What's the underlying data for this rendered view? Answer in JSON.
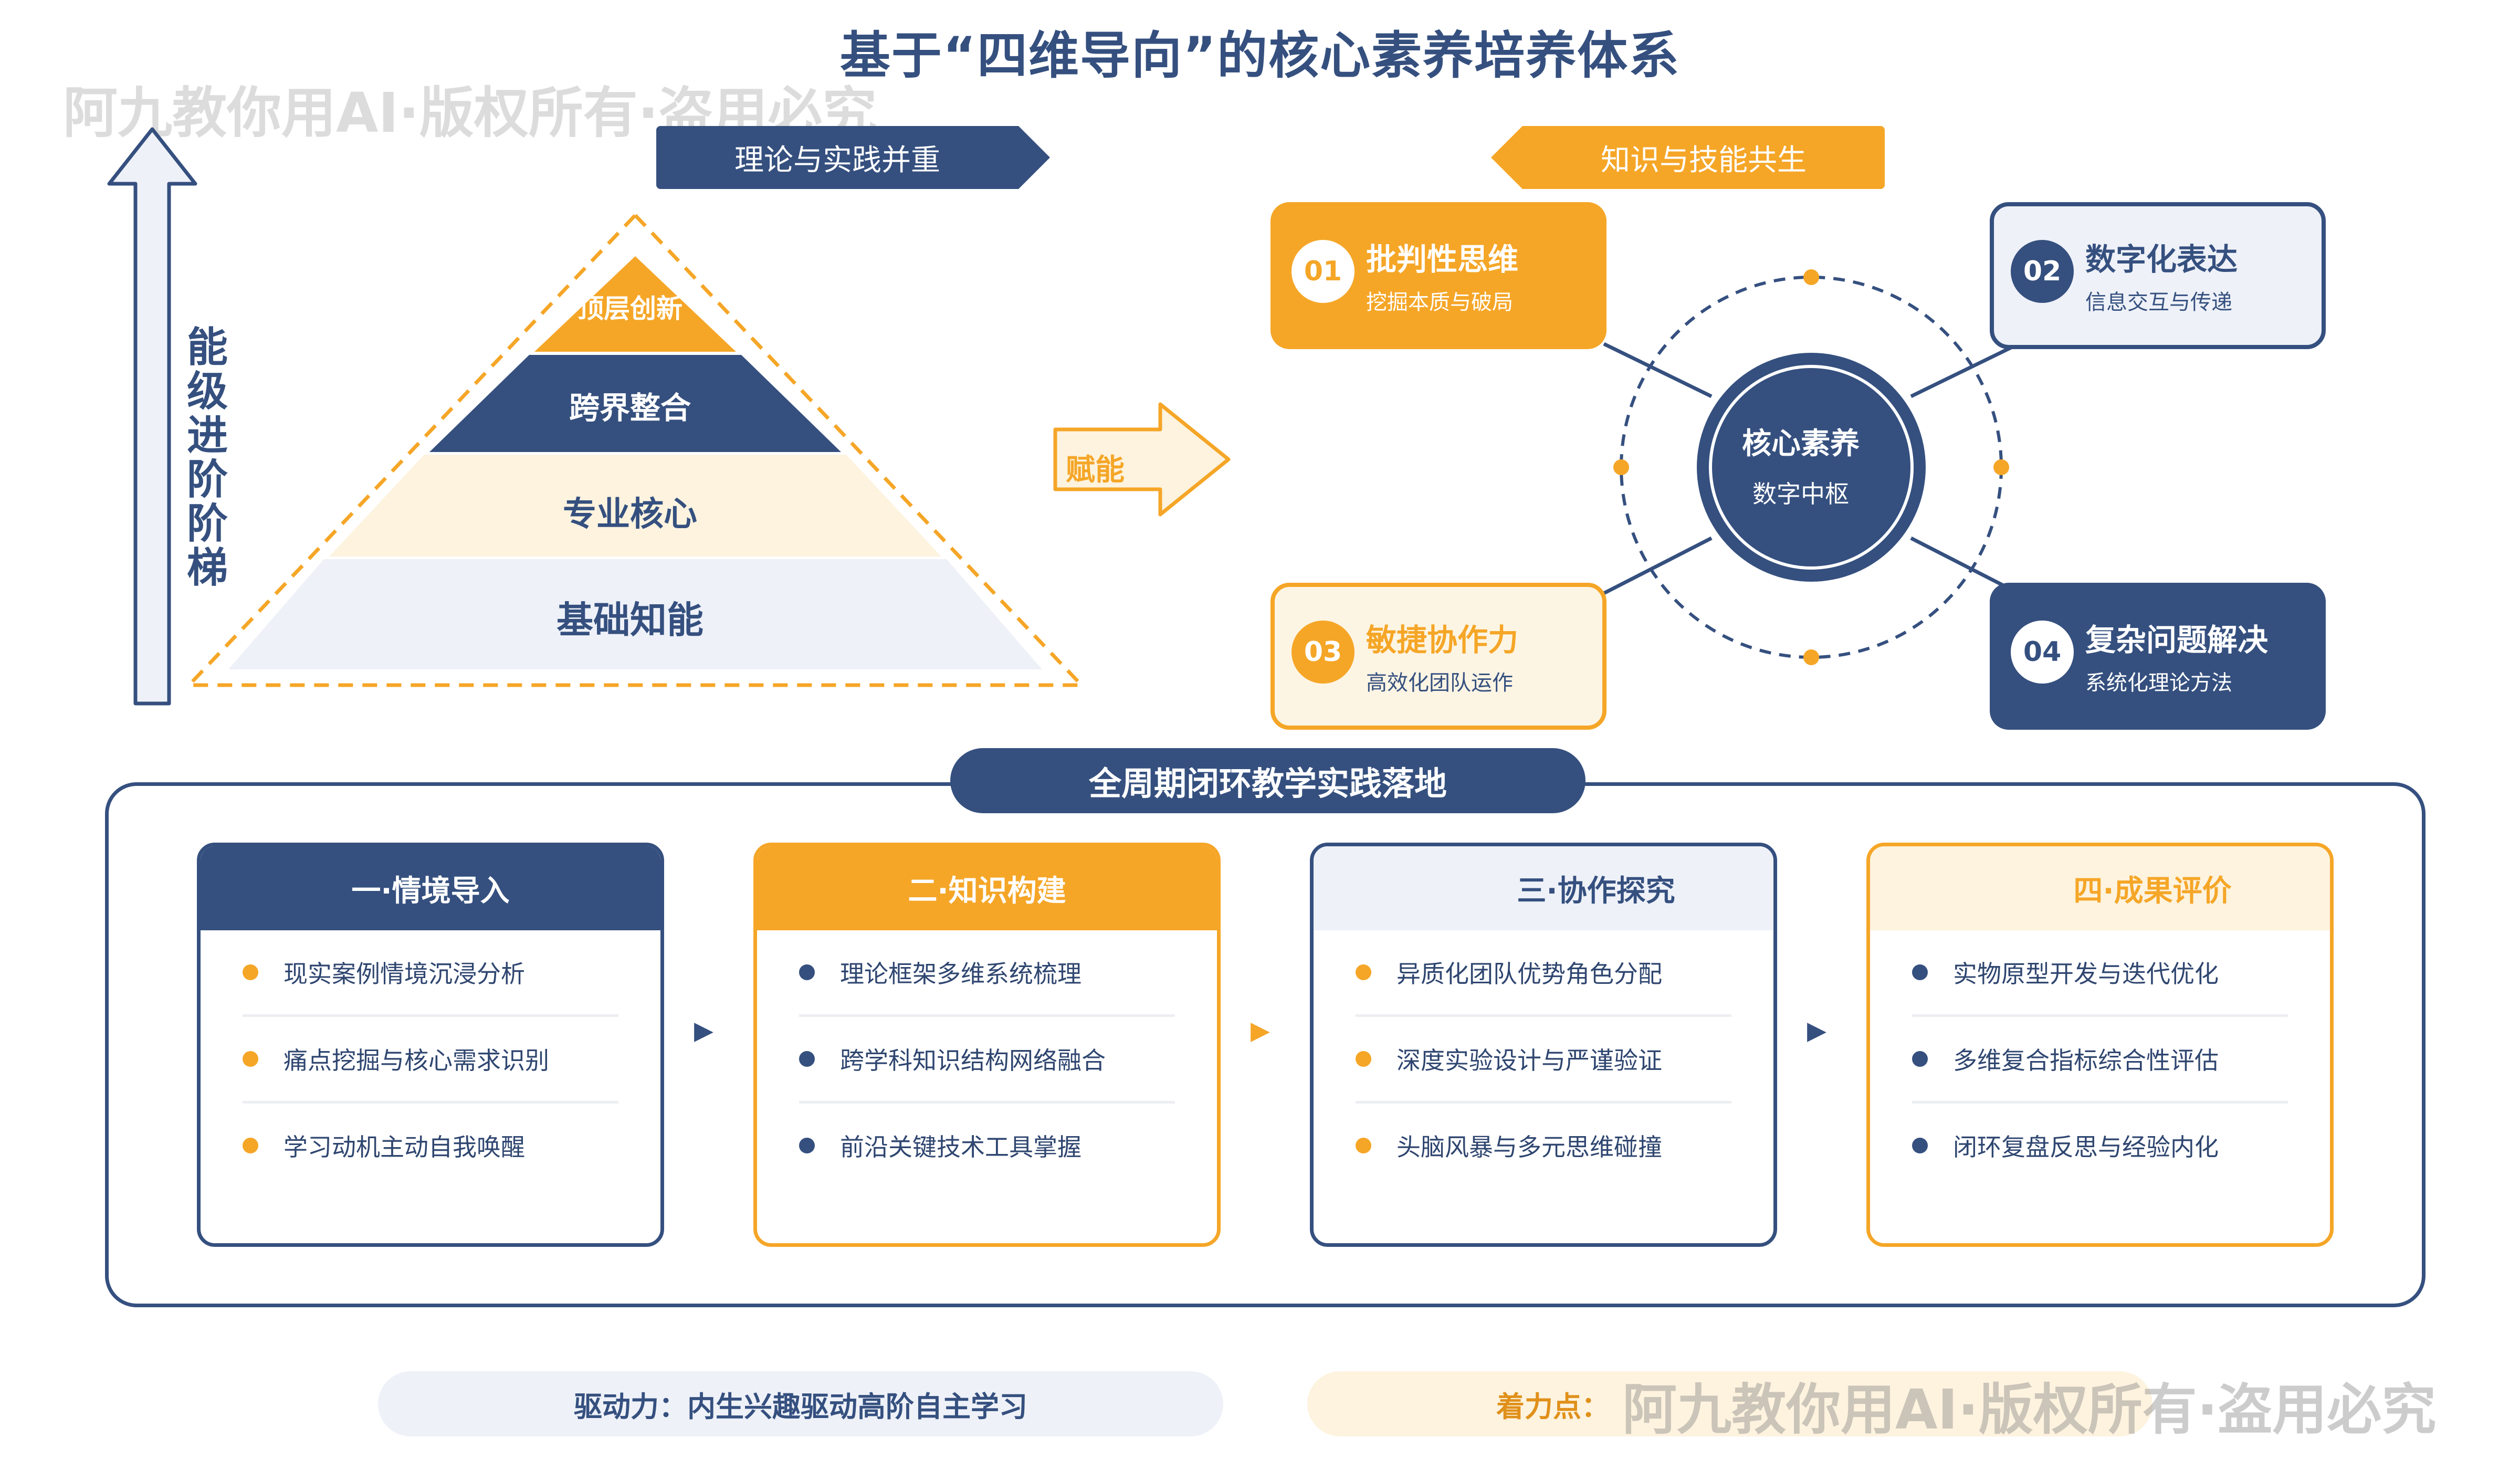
{
  "title": "基于“四维导向”的核心素养培养体系",
  "watermark": "阿九教你用AI·版权所有·盗用必究",
  "ribbons": {
    "left": "理论与实践并重",
    "right": "知识与技能共生"
  },
  "ladder_label": "能级进阶阶梯",
  "pyramid": [
    "顶层创新",
    "跨界整合",
    "专业核心",
    "基础知能"
  ],
  "empower_label": "赋能",
  "hub": {
    "title": "核心素养",
    "subtitle": "数字中枢"
  },
  "skills": [
    {
      "num": "01",
      "title": "批判性思维",
      "subtitle": "挖掘本质与破局"
    },
    {
      "num": "02",
      "title": "数字化表达",
      "subtitle": "信息交互与传递"
    },
    {
      "num": "03",
      "title": "敏捷协作力",
      "subtitle": "高效化团队运作"
    },
    {
      "num": "04",
      "title": "复杂问题解决",
      "subtitle": "系统化理论方法"
    }
  ],
  "cycle": {
    "title": "全周期闭环教学实践落地",
    "stages": [
      {
        "title": "一·情境导入",
        "items": [
          "现实案例情境沉浸分析",
          "痛点挖掘与核心需求识别",
          "学习动机主动自我唤醒"
        ]
      },
      {
        "title": "二·知识构建",
        "items": [
          "理论框架多维系统梳理",
          "跨学科知识结构网络融合",
          "前沿关键技术工具掌握"
        ]
      },
      {
        "title": "三·协作探究",
        "items": [
          "异质化团队优势角色分配",
          "深度实验设计与严谨验证",
          "头脑风暴与多元思维碰撞"
        ]
      },
      {
        "title": "四·成果评价",
        "items": [
          "实物原型开发与迭代优化",
          "多维复合指标综合性评估",
          "闭环复盘反思与经验内化"
        ]
      }
    ],
    "arrow_glyph": "▶"
  },
  "bottom": {
    "left": "驱动力：内生兴趣驱动高阶自主学习",
    "right": "着力点："
  },
  "colors": {
    "navy": "#35507f",
    "orange": "#f5a627",
    "light_blue": "#eef1f8",
    "cream": "#fdf3df"
  }
}
